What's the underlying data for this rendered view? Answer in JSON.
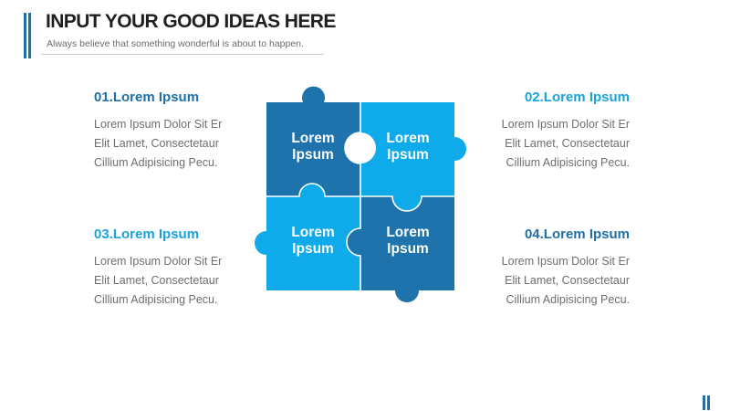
{
  "header": {
    "title": "INPUT YOUR GOOD IDEAS HERE",
    "subtitle": "Always believe that something wonderful is about to happen."
  },
  "colors": {
    "dark_blue": "#1F73AC",
    "light_blue": "#0FAAEA",
    "accent": "#1F6FA8",
    "body_text": "#6e6e6e"
  },
  "items": [
    {
      "heading": "01.Lorem Ipsum",
      "heading_color": "#1F6FA8",
      "lines": [
        "Lorem Ipsum  Dolor Sit Er",
        "Elit Lamet, Consectetaur",
        "Cillium Adipisicing Pecu."
      ]
    },
    {
      "heading": "02.Lorem Ipsum",
      "heading_color": "#1AA3DE",
      "lines": [
        "Lorem Ipsum  Dolor Sit Er",
        "Elit Lamet, Consectetaur",
        "Cillium Adipisicing Pecu."
      ]
    },
    {
      "heading": "03.Lorem Ipsum",
      "heading_color": "#1AA3DE",
      "lines": [
        "Lorem Ipsum  Dolor Sit Er",
        "Elit Lamet, Consectetaur",
        "Cillium Adipisicing Pecu."
      ]
    },
    {
      "heading": "04.Lorem Ipsum",
      "heading_color": "#1F6FA8",
      "lines": [
        "Lorem Ipsum  Dolor Sit Er",
        "Elit Lamet, Consectetaur",
        "Cillium Adipisicing Pecu."
      ]
    }
  ],
  "puzzle": {
    "pieces": [
      {
        "line1": "Lorem",
        "line2": "Ipsum",
        "color": "#1F73AC"
      },
      {
        "line1": "Lorem",
        "line2": "Ipsum",
        "color": "#0FAAEA"
      },
      {
        "line1": "Lorem",
        "line2": "Ipsum",
        "color": "#0FAAEA"
      },
      {
        "line1": "Lorem",
        "line2": "Ipsum",
        "color": "#1F73AC"
      }
    ]
  }
}
